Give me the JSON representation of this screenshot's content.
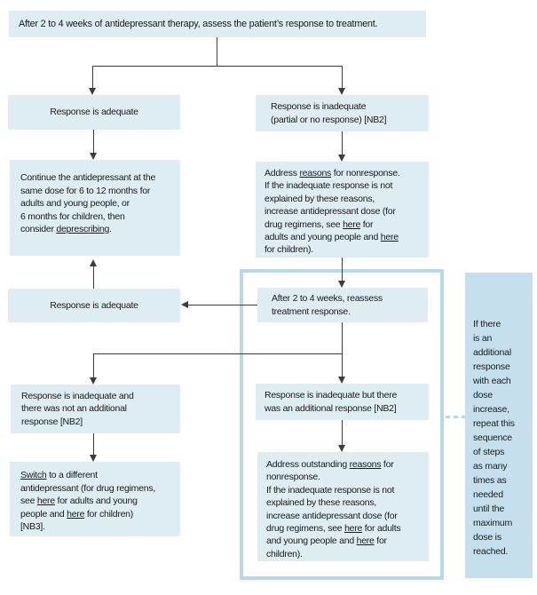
{
  "palette": {
    "box_fill": "#ddedf2",
    "sidebar_fill": "#c5e0ec",
    "frame_border": "#b8d9e8",
    "line": "#3c3c3c",
    "text": "#1a1a1a"
  },
  "flowchart": {
    "top_box": {
      "text": "After 2 to 4 weeks of antidepressant therapy, assess the patient’s response to treatment."
    },
    "adequate_1": {
      "text": "Response is adequate"
    },
    "inadequate_1": {
      "text": "Response is inadequate\n(partial or no response) [NB2]"
    },
    "continue_box": {
      "segments": [
        {
          "t": "Continue the antidepressant at the\nsame dose for 6 to 12 months for\nadults and young people, or\n6 months for children, then\nconsider "
        },
        {
          "t": "deprescribing",
          "link": true
        },
        {
          "t": "."
        }
      ]
    },
    "address_reasons_box": {
      "segments": [
        {
          "t": "Address "
        },
        {
          "t": "reasons",
          "link": true
        },
        {
          "t": " for nonresponse.\nIf the inadequate response is not\nexplained by these reasons,\nincrease antidepressant dose (for\ndrug regimens, see "
        },
        {
          "t": "here",
          "link": true
        },
        {
          "t": " for\nadults and young people and "
        },
        {
          "t": "here",
          "link": true
        },
        {
          "t": "\nfor children)."
        }
      ]
    },
    "adequate_2": {
      "text": "Response is adequate"
    },
    "reassess_box": {
      "text": "After 2 to 4 weeks, reassess\ntreatment response."
    },
    "inadequate_no_additional": {
      "text": "Response is inadequate and\nthere was not an additional\nresponse [NB2]"
    },
    "inadequate_additional": {
      "text": "Response is inadequate but there\nwas an additional response [NB2]"
    },
    "switch_box": {
      "segments": [
        {
          "t": "Switch",
          "link": true
        },
        {
          "t": " to a different\nantidepressant (for drug regimens,\nsee "
        },
        {
          "t": "here",
          "link": true
        },
        {
          "t": " for adults and young\npeople and "
        },
        {
          "t": "here",
          "link": true
        },
        {
          "t": " for children)\n[NB3]."
        }
      ]
    },
    "address_outstanding_box": {
      "segments": [
        {
          "t": "Address outstanding "
        },
        {
          "t": "reasons",
          "link": true
        },
        {
          "t": " for\nnonresponse.\nIf the inadequate response is not\nexplained by these reasons,\nincrease antidepressant dose (for\ndrug regimens, see "
        },
        {
          "t": "here",
          "link": true
        },
        {
          "t": " for adults\nand young people and "
        },
        {
          "t": "here",
          "link": true
        },
        {
          "t": " for\nchildren)."
        }
      ]
    },
    "side_note": {
      "text": "If there\nis an\nadditional\nresponse\nwith each\ndose\nincrease,\nrepeat this\nsequence\nof steps\nas many\ntimes as\nneeded\nuntil the\nmaximum\ndose is\nreached."
    }
  }
}
